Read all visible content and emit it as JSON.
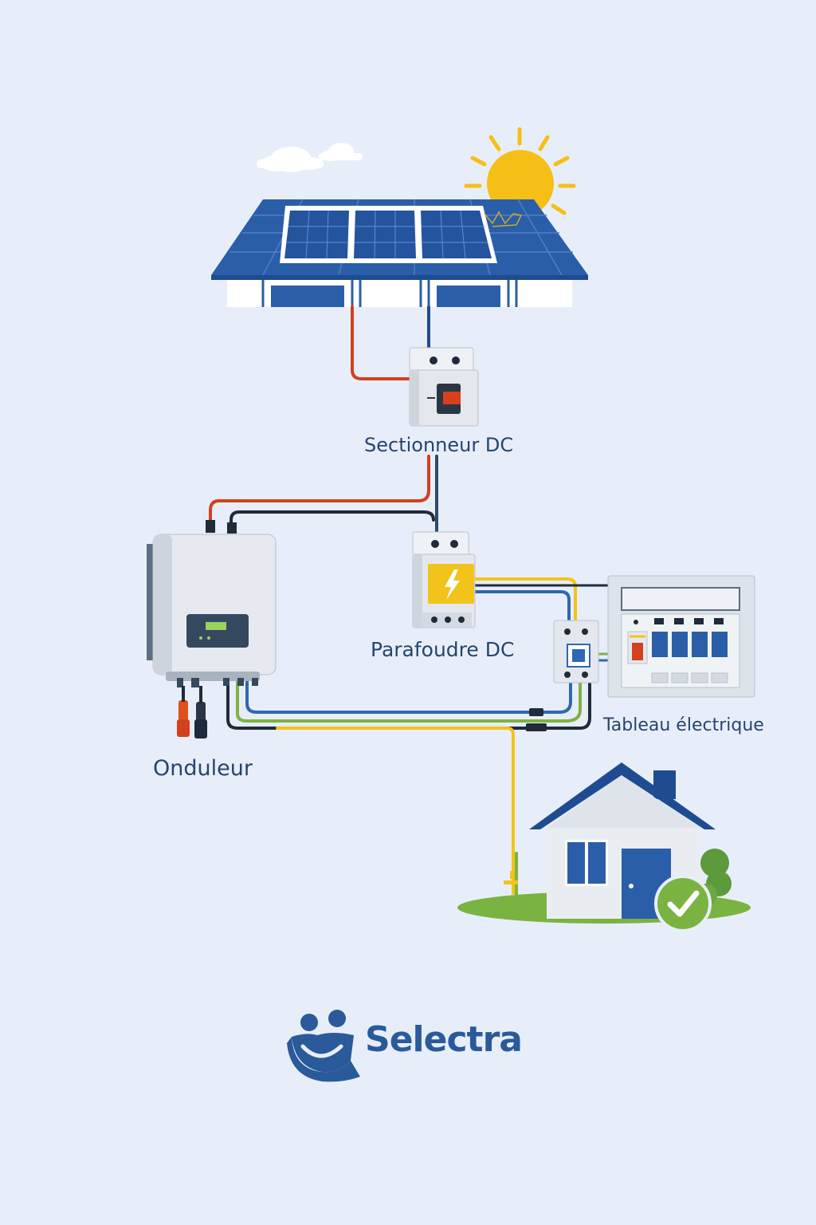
{
  "labels": {
    "sectionneur": "Sectionneur DC",
    "parafoudre": "Parafoudre DC",
    "tableau": "Tableau électrique",
    "onduleur": "Onduleur"
  },
  "brand": {
    "name": "Selectra"
  },
  "colors": {
    "background": "#e8eef9",
    "panel_blue": "#2b5ea8",
    "dc_positive": "#d2411e",
    "dc_negative": "#1f2b3a",
    "ac_phase": "#2f68b5",
    "ac_neutral": "#f2c31a",
    "earth": "#7fb241",
    "sun": "#f6bf16",
    "label_text": "#24466f",
    "brand": "#2a5a9a",
    "check": "#7bb342"
  },
  "icons": [
    "cloud-icon",
    "sun-icon",
    "solar-panel-icon",
    "dc-disconnect-switch-icon",
    "surge-protector-icon",
    "inverter-icon",
    "distribution-board-icon",
    "house-icon",
    "checkmark-icon",
    "earth-rod-icon",
    "selectra-logo-icon"
  ]
}
